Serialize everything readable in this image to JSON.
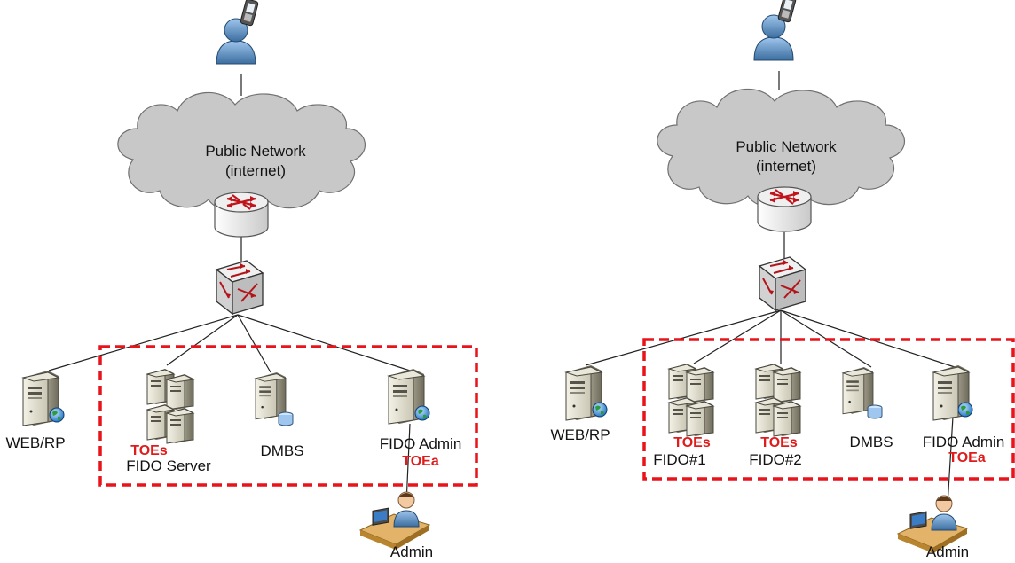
{
  "left": {
    "cloud_line1": "Public Network",
    "cloud_line2": "(internet)",
    "nodes": {
      "web": "WEB/RP",
      "fido_server": "FIDO Server",
      "dmbs": "DMBS",
      "fido_admin": "FIDO Admin",
      "admin": "Admin"
    },
    "tags": {
      "toes": "TOEs",
      "toea": "TOEa"
    }
  },
  "right": {
    "cloud_line1": "Public Network",
    "cloud_line2": "(internet)",
    "nodes": {
      "web": "WEB/RP",
      "fido1": "FIDO#1",
      "fido2": "FIDO#2",
      "dmbs": "DMBS",
      "fido_admin": "FIDO Admin",
      "admin": "Admin"
    },
    "tags": {
      "toes1": "TOEs",
      "toes2": "TOEs",
      "toea": "TOEa"
    }
  },
  "colors": {
    "tag_red": "#e01b1b",
    "boundary_red": "#e8141a",
    "cloud_gray": "#c8c8c8"
  }
}
